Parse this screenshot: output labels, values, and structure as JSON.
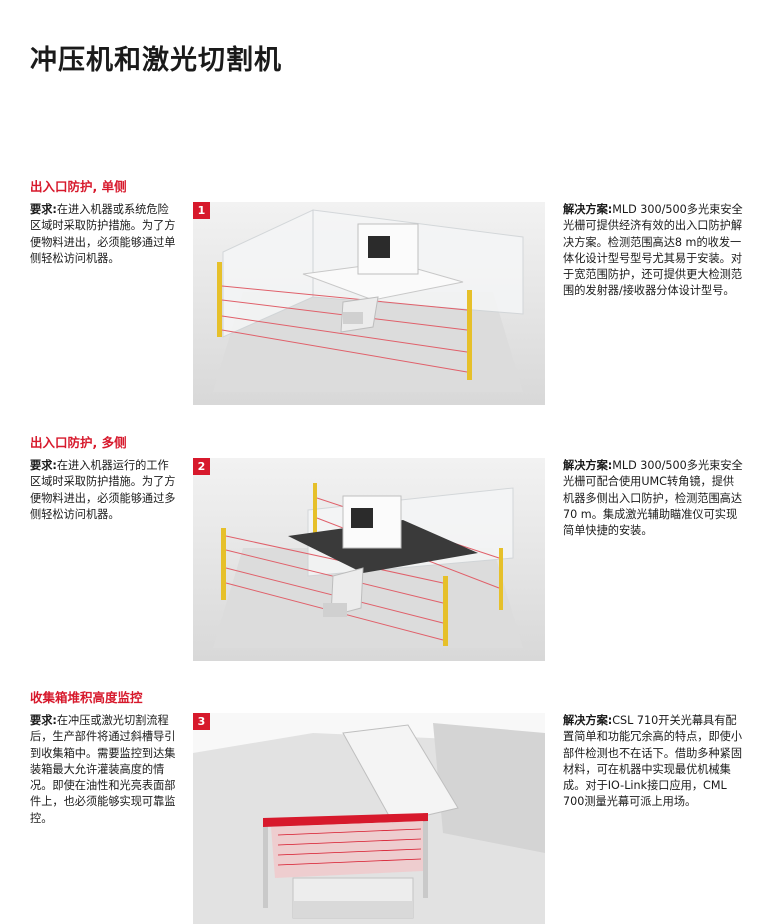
{
  "page": {
    "title": "冲压机和激光切割机"
  },
  "sections": [
    {
      "heading": "出入口防护, 单侧",
      "requirement_label": "要求:",
      "requirement_text": "在进入机器或系统危险区域时采取防护措施。为了方便物料进出，必须能够通过单侧轻松访问机器。",
      "badge": "1",
      "solution_label": "解决方案:",
      "solution_text": "MLD 300/500多光束安全光栅可提供经济有效的出入口防护解决方案。检测范围高达8 m的收发一体化设计型号型号尤其易于安装。对于宽范围防护，还可提供更大检测范围的发射器/接收器分体设计型号。"
    },
    {
      "heading": "出入口防护, 多侧",
      "requirement_label": "要求:",
      "requirement_text": "在进入机器运行的工作区域时采取防护措施。为了方便物料进出，必须能够通过多侧轻松访问机器。",
      "badge": "2",
      "solution_label": "解决方案:",
      "solution_text": "MLD 300/500多光束安全光栅可配合使用UMC转角镜，提供机器多侧出入口防护，检测范围高达70 m。集成激光辅助瞄准仪可实现简单快捷的安装。"
    },
    {
      "heading": "收集箱堆积高度监控",
      "requirement_label": "要求:",
      "requirement_text": "在冲压或激光切割流程后，生产部件将通过斜槽导引到收集箱中。需要监控到达集装箱最大允许灌装高度的情况。即使在油性和光亮表面部件上，也必须能够实现可靠监控。",
      "badge": "3",
      "solution_label": "解决方案:",
      "solution_text": "CSL 710开关光幕具有配置简单和功能冗余高的特点，即使小部件检测也不在话下。借助多种紧固材料，可在机器中实现最优机械集成。对于IO-Link接口应用，CML 700测量光幕可派上用场。"
    }
  ],
  "colors": {
    "accent": "#d7192c",
    "light_post": "#e6c02a",
    "text": "#1a1a1a"
  }
}
